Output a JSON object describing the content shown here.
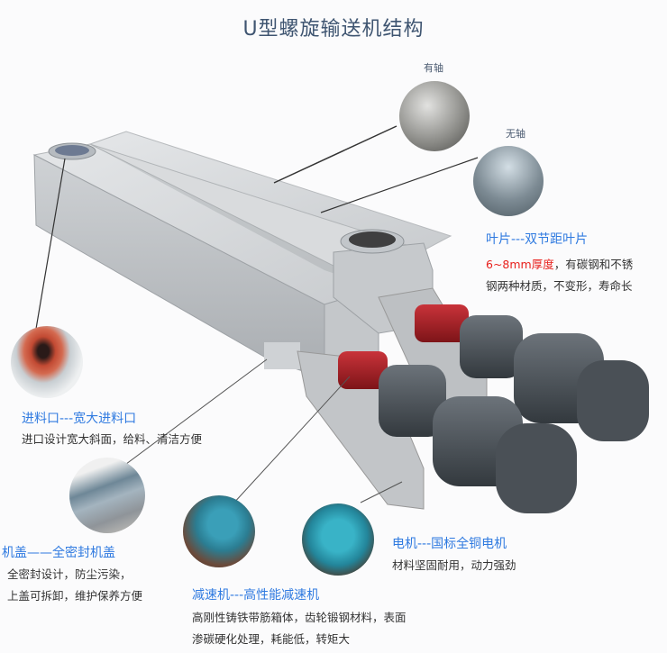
{
  "title": "U型螺旋输送机结构",
  "blade_types": {
    "with_shaft": "有轴",
    "shaftless": "无轴"
  },
  "callouts": {
    "blade": {
      "heading": "叶片---双节距叶片",
      "highlight": "6~8mm厚度",
      "line1_rest": "，有碳钢和不锈",
      "line2": "钢两种材质，不变形，寿命长"
    },
    "inlet": {
      "heading": "进料口---宽大进料口",
      "line1": "进口设计宽大斜面，给料、清洁方便"
    },
    "cover": {
      "heading": "机盖——全密封机盖",
      "line1": "全密封设计，防尘污染，",
      "line2": "上盖可拆卸，维护保养方便"
    },
    "reducer": {
      "heading": "减速机---高性能减速机",
      "line1": "高刚性铸铁带筋箱体，齿轮锻钢材料，表面",
      "line2": "渗碳硬化处理，耗能低，转矩大"
    },
    "motor": {
      "heading": "电机---国标全铜电机",
      "line1": "材料坚固耐用，动力强劲"
    }
  },
  "colors": {
    "heading_blue": "#2f7ae0",
    "highlight_red": "#e8201c",
    "title": "#3f5571"
  }
}
